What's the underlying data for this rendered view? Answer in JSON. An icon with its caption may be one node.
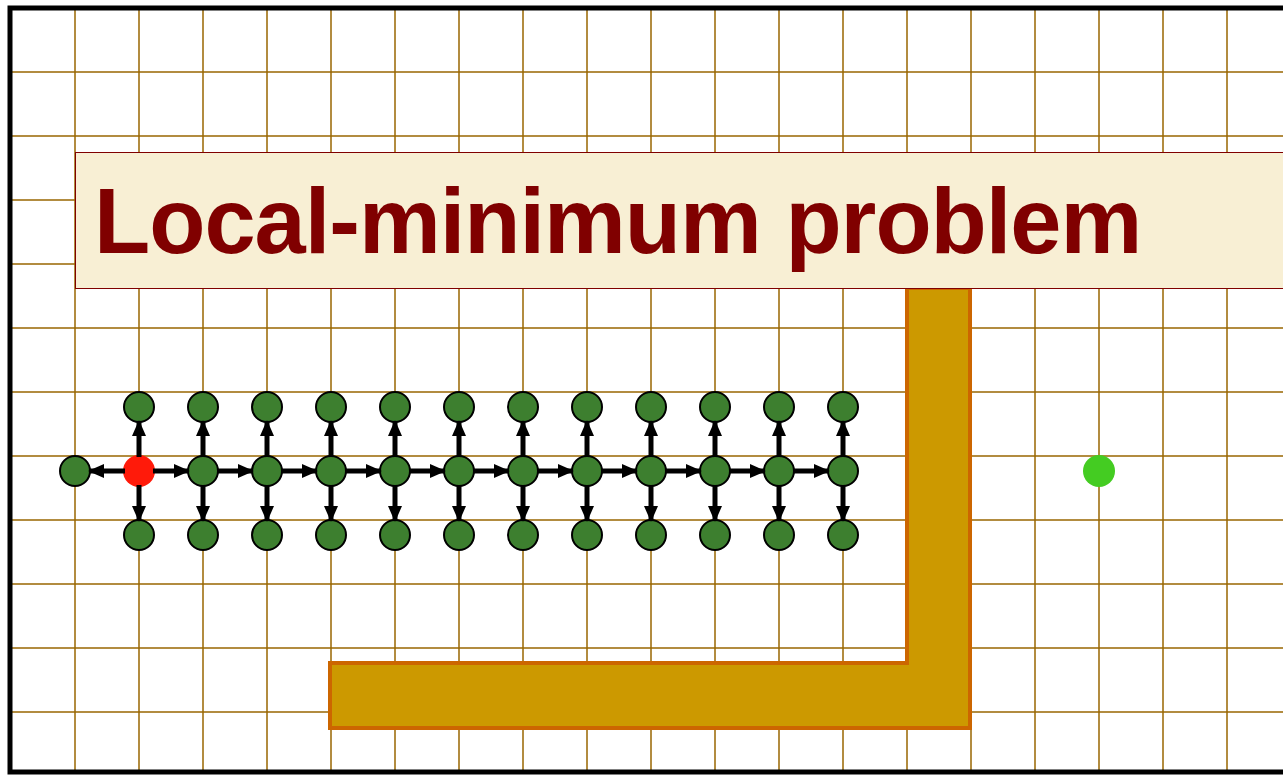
{
  "diagram": {
    "nodes": [
      {
        "text": [
          "Local-minimum problem"
        ]
      },
      {
        "text": [],
        "shape": "circle"
      },
      {
        "text": [],
        "shape": "circle"
      },
      {
        "text": [],
        "shape": "circle"
      },
      {
        "text": [],
        "shape": "circle"
      },
      {
        "text": [],
        "shape": "circle"
      },
      {
        "text": [],
        "shape": "circle"
      },
      {
        "text": [],
        "shape": "circle"
      },
      {
        "text": [],
        "shape": "circle"
      },
      {
        "text": [],
        "shape": "circle"
      },
      {
        "text": [],
        "shape": "circle"
      },
      {
        "text": [],
        "shape": "circle"
      },
      {
        "text": [],
        "shape": "circle"
      },
      {
        "text": [],
        "shape": "circle"
      },
      {
        "text": [],
        "shape": "circle"
      },
      {
        "text": [],
        "shape": "circle"
      },
      {
        "text": [],
        "shape": "circle"
      },
      {
        "text": [],
        "shape": "circle"
      },
      {
        "text": [],
        "shape": "circle"
      },
      {
        "text": [],
        "shape": "circle"
      },
      {
        "text": [],
        "shape": "circle"
      },
      {
        "text": [],
        "shape": "circle"
      },
      {
        "text": [],
        "shape": "circle"
      },
      {
        "text": [],
        "shape": "circle"
      },
      {
        "text": [],
        "shape": "circle"
      },
      {
        "text": [],
        "shape": "circle"
      },
      {
        "text": [],
        "shape": "circle"
      },
      {
        "text": [],
        "shape": "circle"
      },
      {
        "text": [],
        "shape": "circle"
      },
      {
        "text": [],
        "shape": "circle"
      },
      {
        "text": [],
        "shape": "circle"
      },
      {
        "text": [],
        "shape": "circle"
      },
      {
        "text": [],
        "shape": "circle"
      },
      {
        "text": [],
        "shape": "circle"
      },
      {
        "text": [],
        "shape": "circle"
      },
      {
        "text": [],
        "shape": "circle"
      },
      {
        "text": [],
        "shape": "circle"
      },
      {
        "text": [],
        "shape": "circle"
      },
      {
        "text": [],
        "shape": "circle"
      }
    ],
    "edges": [
      {
        "from": 14,
        "to": 13,
        "arrow": "to"
      },
      {
        "from": 14,
        "to": 1,
        "arrow": "to"
      },
      {
        "from": 14,
        "to": 27,
        "arrow": "to"
      },
      {
        "from": 14,
        "to": 15,
        "arrow": "to"
      },
      {
        "from": 15,
        "to": 2,
        "arrow": "to"
      },
      {
        "from": 15,
        "to": 28,
        "arrow": "to"
      },
      {
        "from": 15,
        "to": 16,
        "arrow": "to"
      },
      {
        "from": 16,
        "to": 3,
        "arrow": "to"
      },
      {
        "from": 16,
        "to": 29,
        "arrow": "to"
      },
      {
        "from": 16,
        "to": 17,
        "arrow": "to"
      },
      {
        "from": 17,
        "to": 4,
        "arrow": "to"
      },
      {
        "from": 17,
        "to": 30,
        "arrow": "to"
      },
      {
        "from": 17,
        "to": 18,
        "arrow": "to"
      },
      {
        "from": 18,
        "to": 5,
        "arrow": "to"
      },
      {
        "from": 18,
        "to": 31,
        "arrow": "to"
      },
      {
        "from": 18,
        "to": 19,
        "arrow": "to"
      },
      {
        "from": 19,
        "to": 6,
        "arrow": "to"
      },
      {
        "from": 19,
        "to": 32,
        "arrow": "to"
      },
      {
        "from": 19,
        "to": 20,
        "arrow": "to"
      },
      {
        "from": 20,
        "to": 7,
        "arrow": "to"
      },
      {
        "from": 20,
        "to": 33,
        "arrow": "to"
      },
      {
        "from": 20,
        "to": 21,
        "arrow": "to"
      },
      {
        "from": 21,
        "to": 8,
        "arrow": "to"
      },
      {
        "from": 21,
        "to": 34,
        "arrow": "to"
      },
      {
        "from": 21,
        "to": 22,
        "arrow": "to"
      },
      {
        "from": 22,
        "to": 9,
        "arrow": "to"
      },
      {
        "from": 22,
        "to": 35,
        "arrow": "to"
      },
      {
        "from": 22,
        "to": 23,
        "arrow": "to"
      },
      {
        "from": 23,
        "to": 10,
        "arrow": "to"
      },
      {
        "from": 23,
        "to": 36,
        "arrow": "to"
      },
      {
        "from": 23,
        "to": 24,
        "arrow": "to"
      },
      {
        "from": 24,
        "to": 11,
        "arrow": "to"
      },
      {
        "from": 24,
        "to": 37,
        "arrow": "to"
      },
      {
        "from": 24,
        "to": 25,
        "arrow": "to"
      },
      {
        "from": 25,
        "to": 12,
        "arrow": "to"
      },
      {
        "from": 25,
        "to": 38,
        "arrow": "to"
      }
    ]
  }
}
